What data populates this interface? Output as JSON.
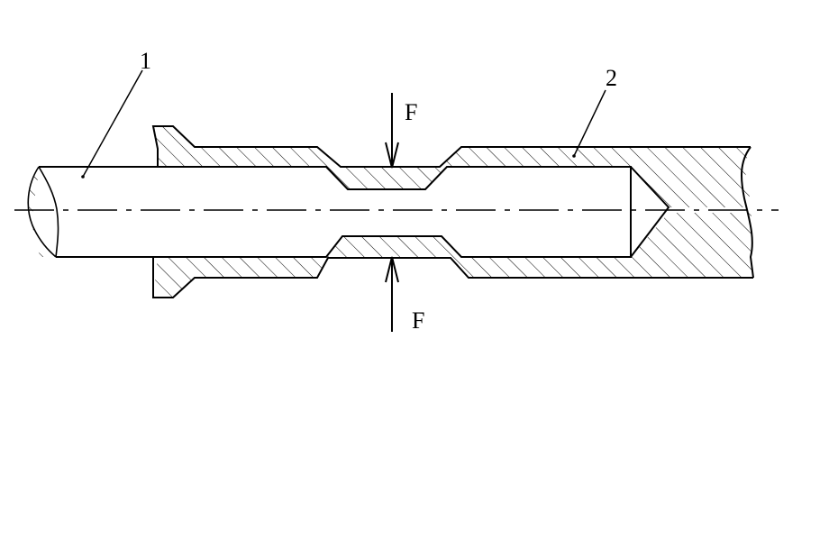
{
  "labels": {
    "part_1": "1",
    "part_2": "2",
    "force_top": "F",
    "force_bottom": "F"
  },
  "colors": {
    "line": "#000000",
    "background": "#ffffff"
  }
}
